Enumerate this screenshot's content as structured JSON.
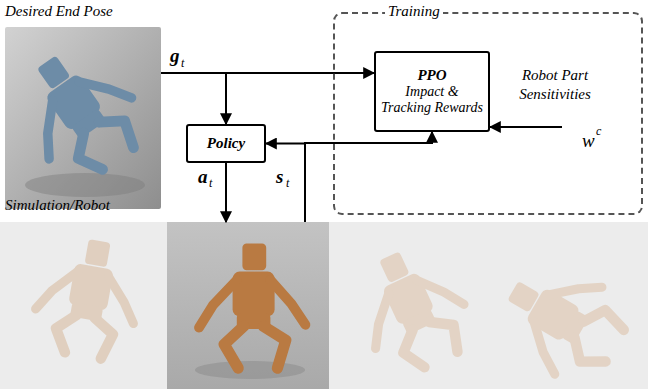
{
  "diagram": {
    "nodes": [
      {
        "text": [
          "Desired End Pose"
        ]
      },
      {
        "text": [
          "Training"
        ]
      },
      {
        "text": [
          "PPO",
          "Impact & Tracking Rewards"
        ],
        "in": 1
      },
      {
        "text": [
          "Policy"
        ]
      },
      {
        "text": [
          "Simulation/Robot"
        ]
      }
    ],
    "edges": [
      {
        "from": 0,
        "to": 2,
        "arrow": "to"
      },
      {
        "from": 0,
        "to": 3,
        "arrow": "to"
      },
      {
        "from": 3,
        "to": 4,
        "arrow": "to"
      },
      {
        "from": 4,
        "to": 3,
        "arrow": "to"
      },
      {
        "from": 4,
        "to": 2,
        "arrow": "to"
      }
    ],
    "labels": [
      "g",
      "t",
      "a",
      "t",
      "s",
      "t",
      "Robot Part Sensitivities",
      "w",
      "c"
    ]
  }
}
